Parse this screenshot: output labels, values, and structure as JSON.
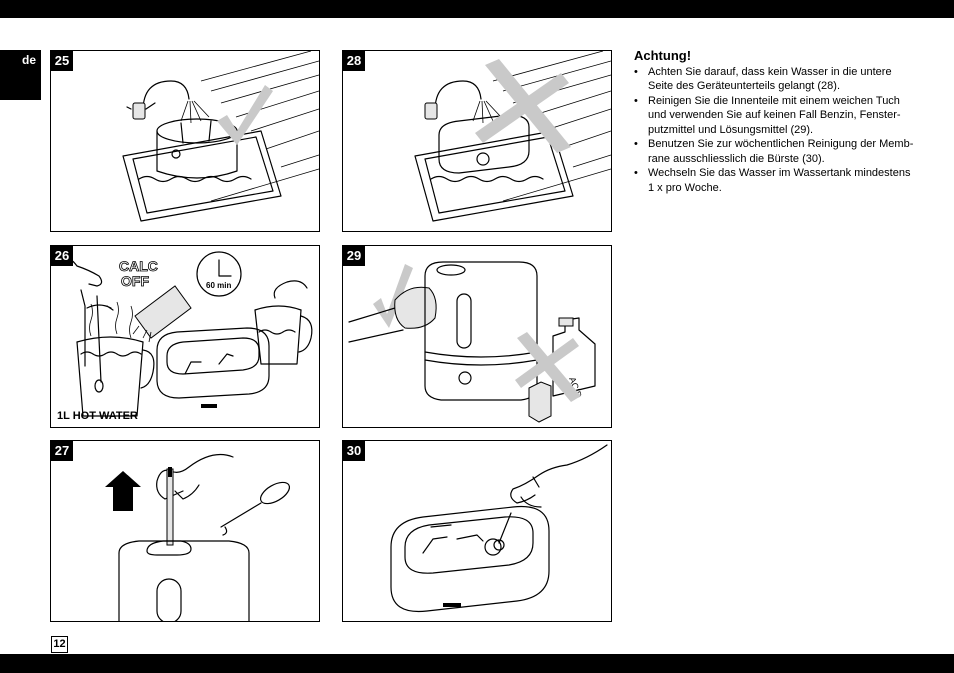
{
  "language_tab": "de",
  "page_number": "12",
  "panels": [
    {
      "number": "25",
      "caption": ""
    },
    {
      "number": "26",
      "caption": "1L HOT WATER",
      "label_calc": "CALC\nOFF",
      "label_time": "60 min"
    },
    {
      "number": "27",
      "caption": ""
    },
    {
      "number": "28",
      "caption": ""
    },
    {
      "number": "29",
      "caption": "",
      "label_bottle": "ACID"
    },
    {
      "number": "30",
      "caption": ""
    }
  ],
  "notes": {
    "title": "Achtung!",
    "items": [
      "Achten Sie darauf, dass kein Wasser in die untere Seite des Geräteunterteils gelangt (28).",
      "Reinigen Sie die Innenteile mit einem weichen Tuch und verwenden Sie auf keinen Fall Benzin, Fenster-putzmittel und Lösungsmittel (29).",
      "Benutzen Sie zur wöchentlichen Reinigung der Memb-rane ausschliesslich die Bürste (30).",
      "Wechseln Sie das Wasser im Wassertank mindestens 1 x pro Woche."
    ]
  },
  "colors": {
    "bar": "#000000",
    "check_gray": "#c9c9c9"
  }
}
